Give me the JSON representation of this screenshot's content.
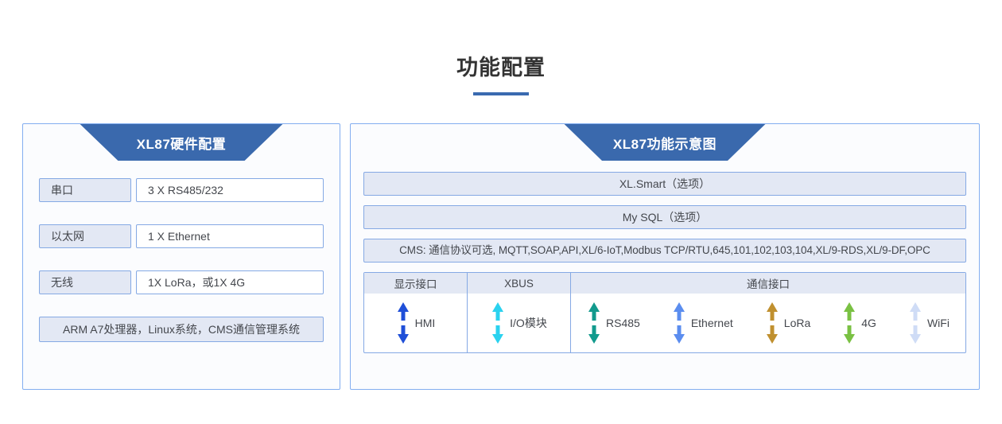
{
  "header": {
    "title": "功能配置",
    "accent_color": "#3a6ab0"
  },
  "left_panel": {
    "banner": "XL87硬件配置",
    "rows": [
      {
        "label": "串口",
        "value": "3 X RS485/232"
      },
      {
        "label": "以太网",
        "value": "1 X Ethernet"
      },
      {
        "label": "无线",
        "value": "1X LoRa，或1X 4G"
      }
    ],
    "footer": "ARM A7处理器，Linux系统，CMS通信管理系统"
  },
  "right_panel": {
    "banner": "XL87功能示意图",
    "stack": [
      {
        "text": "XL.Smart（选项）"
      },
      {
        "text": "My SQL（选项）"
      },
      {
        "text": "CMS: 通信协议可选, MQTT,SOAP,API,XL/6-IoT,Modbus TCP/RTU,645,101,102,103,104,XL/9-RDS,XL/9-DF,OPC"
      }
    ],
    "interfaces": {
      "headers": [
        {
          "label": "显示接口"
        },
        {
          "label": "XBUS"
        },
        {
          "label": "通信接口"
        }
      ],
      "display": [
        {
          "label": "HMI",
          "icon": "double-arrow-icon",
          "color": "#1f4fd8"
        }
      ],
      "xbus": [
        {
          "label": "I/O模块",
          "icon": "double-arrow-icon",
          "color": "#2ad2ef"
        }
      ],
      "comm": [
        {
          "label": "RS485",
          "icon": "double-arrow-icon",
          "color": "#129a8d"
        },
        {
          "label": "Ethernet",
          "icon": "double-arrow-icon",
          "color": "#5b8def"
        },
        {
          "label": "LoRa",
          "icon": "double-arrow-icon",
          "color": "#c0902f"
        },
        {
          "label": "4G",
          "icon": "double-arrow-icon",
          "color": "#7ac143"
        },
        {
          "label": "WiFi",
          "icon": "double-arrow-icon",
          "color": "#cfdcf6"
        }
      ]
    }
  }
}
